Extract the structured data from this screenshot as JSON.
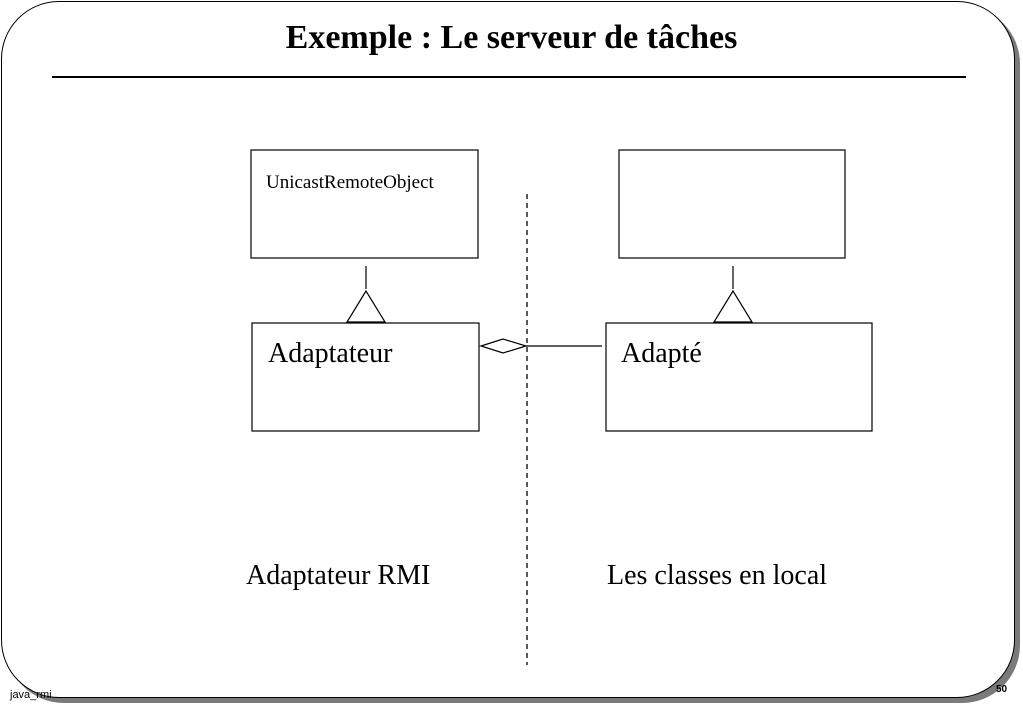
{
  "slide": {
    "title": "Exemple : Le serveur de tâches",
    "footer_left": "java_rmi",
    "page_number": "50"
  },
  "diagram": {
    "classes": {
      "unicast": "UnicastRemoteObject",
      "adaptateur": "Adaptateur",
      "adaptee_parent": "",
      "adapte": "Adapté"
    },
    "captions": {
      "left": "Adaptateur  RMI",
      "right": "Les classes en local"
    }
  },
  "colors": {
    "stroke": "#000000",
    "shadow": "#7a7a7a",
    "background": "#ffffff"
  }
}
